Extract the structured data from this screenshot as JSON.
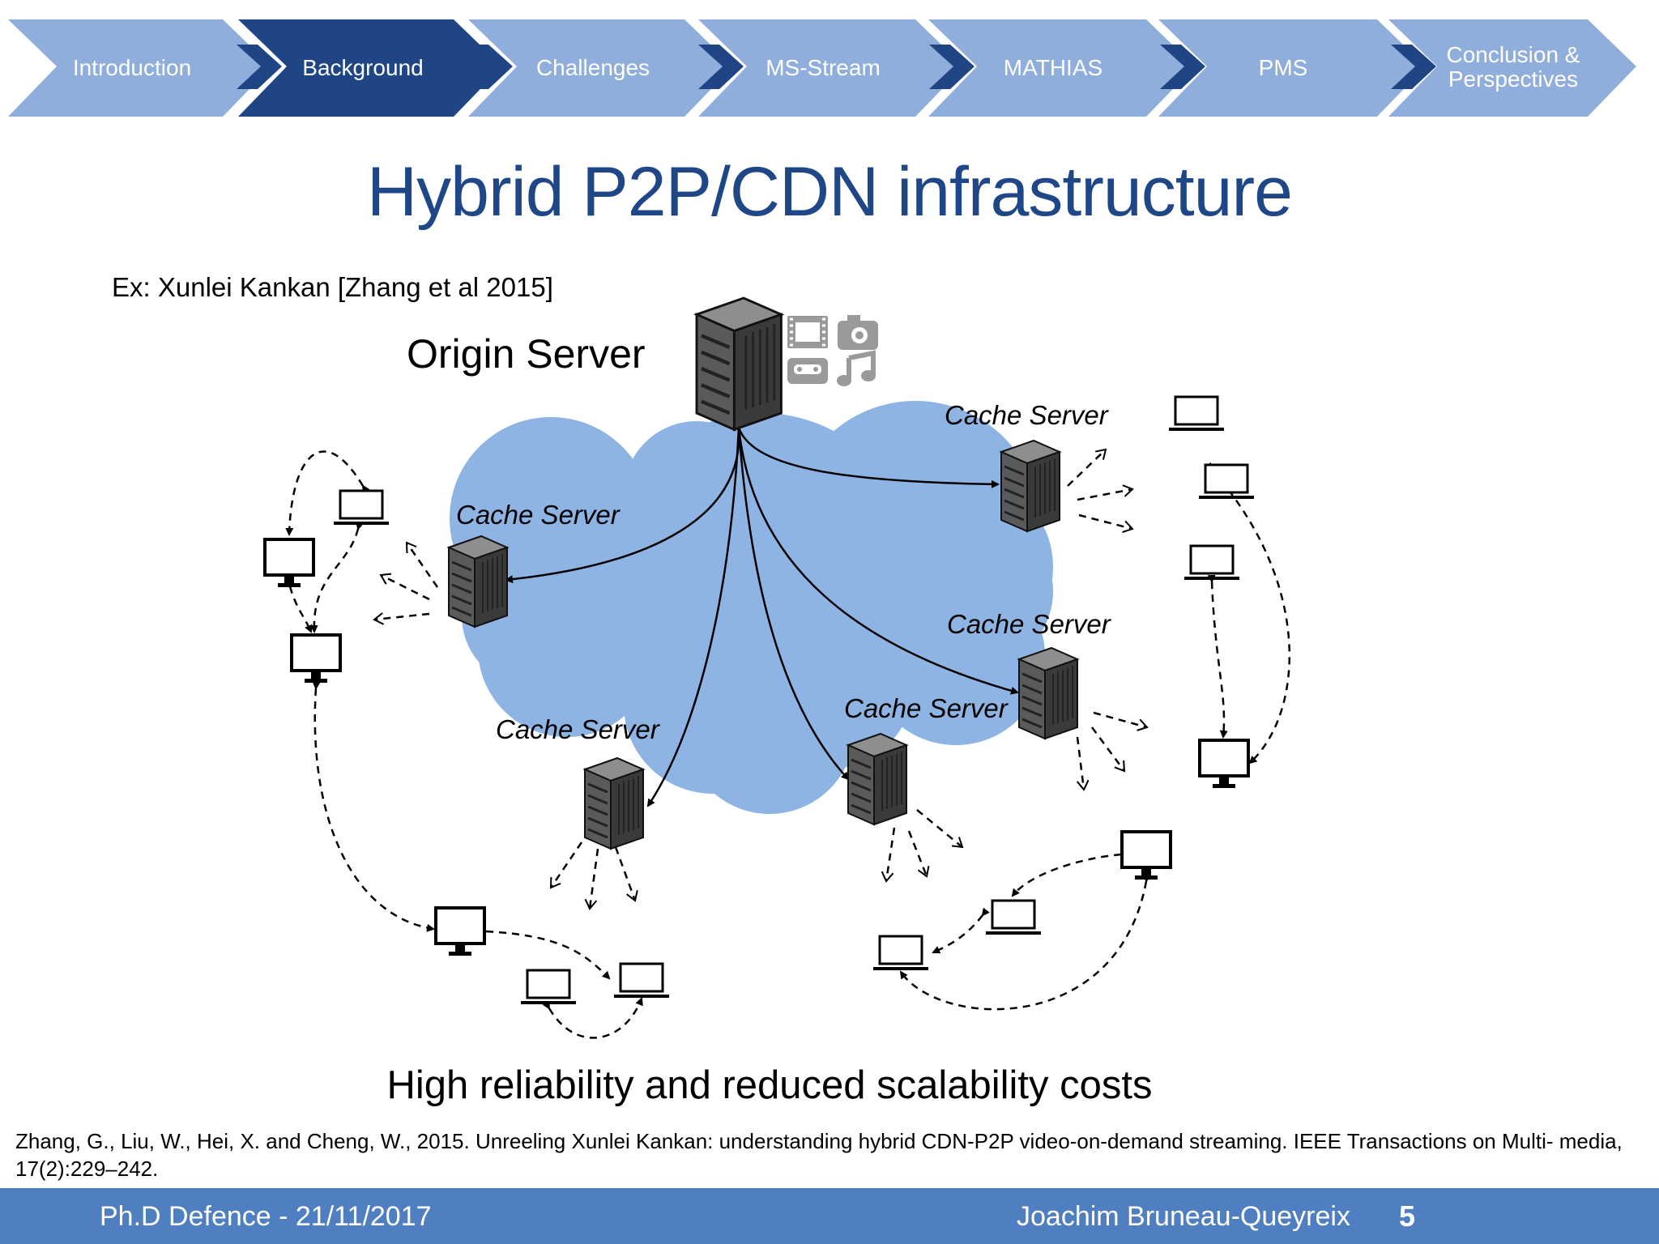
{
  "nav": {
    "items": [
      {
        "label": "Introduction",
        "active": false
      },
      {
        "label": "Background",
        "active": true
      },
      {
        "label": "Challenges",
        "active": false
      },
      {
        "label": "MS-Stream",
        "active": false
      },
      {
        "label": "MATHIAS",
        "active": false
      },
      {
        "label": "PMS",
        "active": false
      },
      {
        "label": "Conclusion &",
        "label2": "Perspectives",
        "active": false
      }
    ],
    "colors": {
      "inactive": "#8faedb",
      "active": "#1f4585",
      "separator": "#1f4585"
    }
  },
  "slide": {
    "title": "Hybrid P2P/CDN infrastructure",
    "subtitle": "Ex: Xunlei Kankan [Zhang et al 2015]",
    "conclusion": "High reliability and reduced scalability costs",
    "reference": "Zhang, G., Liu, W., Hei, X. and Cheng, W., 2015. Unreeling Xunlei Kankan: understanding hybrid CDN-P2P video-on-demand streaming. IEEE Transactions on Multi- media, 17(2):229–242."
  },
  "diagram": {
    "origin_label": "Origin Server",
    "cache_label": "Cache Server",
    "cloud_color": "#8db4e2",
    "media_icons": [
      "film-icon",
      "camera-icon",
      "cassette-icon",
      "music-note-icon"
    ]
  },
  "footer": {
    "left": "Ph.D Defence - 21/11/2017",
    "right": "Joachim Bruneau-Queyreix",
    "page": "5",
    "color": "#4f7fc0"
  }
}
